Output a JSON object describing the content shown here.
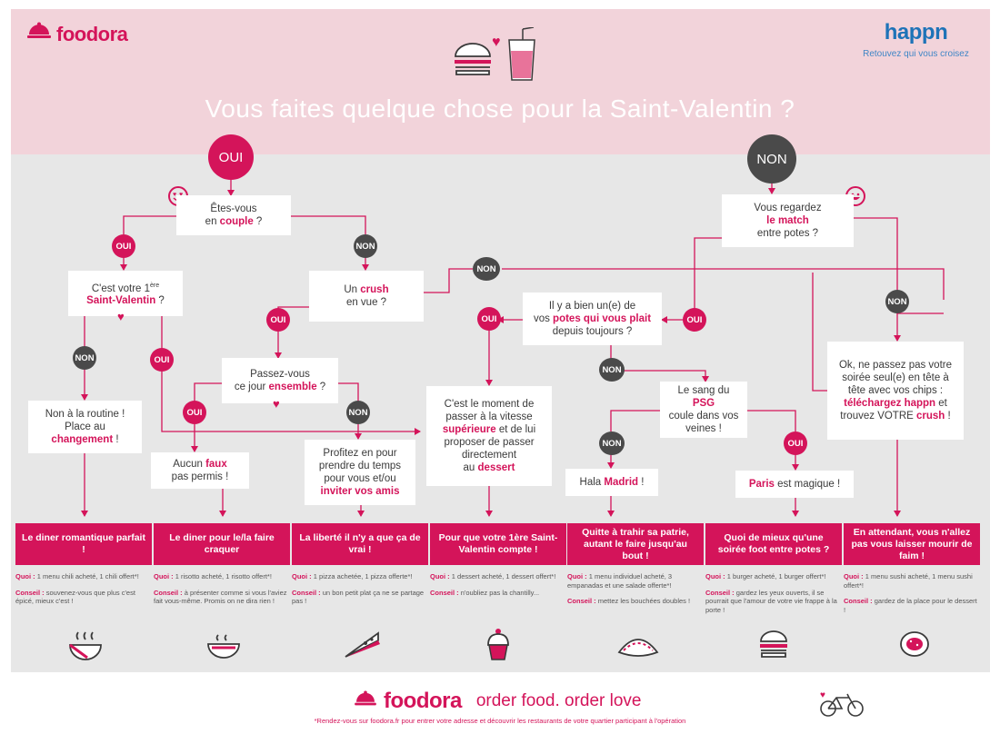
{
  "header": {
    "brand": "foodora",
    "title": "Vous faites quelque chose pour la Saint-Valentin ?",
    "partner": {
      "name": "happn",
      "tagline": "Retouvez qui vous croisez"
    }
  },
  "colors": {
    "accent": "#d4145a",
    "neutral": "#4a4a4a",
    "header_band": "#f2d3da",
    "panel": "#e7e7e7",
    "partner": "#1e73b8"
  },
  "icons": [
    "burger-icon",
    "drink-icon",
    "heart-icon",
    "smiley-heart-eyes-icon",
    "smiley-icon",
    "bowl-icon",
    "noodle-bowl-icon",
    "pizza-slice-icon",
    "cupcake-icon",
    "empanada-icon",
    "burger-icon",
    "sushi-icon",
    "bicycle-icon"
  ],
  "nodes": {
    "root_oui": "OUI",
    "root_non": "NON",
    "couple": {
      "pre": "Êtes-vous",
      "mid": "en ",
      "bold": "couple",
      "post": " ?"
    },
    "first_valentine": {
      "pre": "C'est votre 1",
      "sup": "ère",
      "bold": "Saint-Valentin",
      "post": " ?"
    },
    "crush": {
      "pre": "Un ",
      "bold": "crush",
      "post": "en vue ?"
    },
    "together": {
      "pre": "Passez-vous",
      "mid": "ce jour ",
      "bold": "ensemble",
      "post": " ?"
    },
    "match": {
      "pre": "Vous regardez",
      "bold": "le match",
      "post": "entre potes ?"
    },
    "friend": {
      "pre": "Il y a bien un(e) de",
      "mid": "vos ",
      "bold": "potes qui vous plait",
      "post": "depuis toujours ?"
    },
    "psg": {
      "pre": "Le sang du ",
      "bold": "PSG",
      "post": "coule dans vos veines !"
    },
    "routine": {
      "pre": "Non à la routine ! Place au",
      "bold": "changement",
      "post": " !"
    },
    "faux_pas": {
      "pre": "Aucun ",
      "bold": "faux",
      "post": "pas permis !"
    },
    "profitez": {
      "pre": "Profitez en pour prendre du temps pour vous et/ou",
      "bold": "inviter vos amis"
    },
    "moment": {
      "pre": "C'est le moment de passer à la vitesse",
      "bold1": "supérieure",
      "mid": " et de lui proposer de passer directement",
      "bold2pre": "au ",
      "bold2": "dessert"
    },
    "madrid": {
      "pre": "Hala ",
      "bold": "Madrid",
      "post": " !"
    },
    "paris": {
      "bold": "Paris",
      "post": " est magique !"
    },
    "happn_tip": {
      "pre": "Ok, ne passez pas votre soirée seul(e) en tête à tête avec vos chips : ",
      "bold1": "téléchargez happn",
      "mid": " et trouvez VOTRE ",
      "bold2": "crush",
      "post": " !"
    }
  },
  "labels": {
    "oui": "OUI",
    "non": "NON"
  },
  "answers": [
    {
      "title": "Le diner romantique parfait !",
      "quoi_label": "Quoi :",
      "quoi": "1 menu chili acheté, 1 chili offert*!",
      "conseil_label": "Conseil :",
      "conseil": "souvenez-vous que plus c'est épicé, mieux c'est !"
    },
    {
      "title": "Le diner pour le/la faire craquer",
      "quoi_label": "Quoi :",
      "quoi": "1 risotto acheté, 1 risotto offert*!",
      "conseil_label": "Conseil :",
      "conseil": "à présenter comme si vous l'aviez fait vous-même. Promis on ne dira rien !"
    },
    {
      "title": "La liberté il n'y a que ça de vrai !",
      "quoi_label": "Quoi :",
      "quoi": "1 pizza achetée, 1 pizza offerte*!",
      "conseil_label": "Conseil :",
      "conseil": "un bon petit plat ça ne se partage pas !"
    },
    {
      "title": "Pour que votre 1ère Saint-Valentin compte !",
      "quoi_label": "Quoi :",
      "quoi": "1 dessert acheté, 1 dessert offert*!",
      "conseil_label": "Conseil :",
      "conseil": "n'oubliez pas la chantilly..."
    },
    {
      "title": "Quitte à trahir sa patrie, autant le faire jusqu'au bout !",
      "quoi_label": "Quoi :",
      "quoi": "1 menu individuel acheté, 3 empanadas et une salade offerte*!",
      "conseil_label": "Conseil :",
      "conseil": "mettez les bouchées doubles !"
    },
    {
      "title": "Quoi de mieux qu'une soirée foot entre potes ?",
      "quoi_label": "Quoi :",
      "quoi": "1 burger acheté, 1 burger offert*!",
      "conseil_label": "Conseil :",
      "conseil": "gardez les yeux ouverts, il se pourrait que l'amour de votre vie frappe à la porte !"
    },
    {
      "title": "En attendant, vous n'allez pas vous laisser mourir de faim !",
      "quoi_label": "Quoi :",
      "quoi": "1 menu sushi acheté, 1 menu sushi offert*!",
      "conseil_label": "Conseil :",
      "conseil": "gardez de la place pour le dessert !"
    }
  ],
  "footer": {
    "brand": "foodora",
    "slogan": "order food. order love",
    "note": "*Rendez-vous sur foodora.fr pour entrer votre adresse et découvrir les restaurants de votre quartier participant à l'opération"
  }
}
